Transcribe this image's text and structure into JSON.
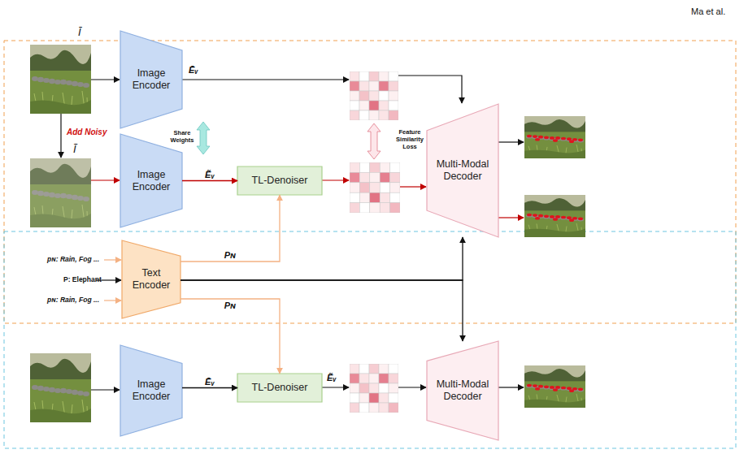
{
  "diagram": {
    "nodes": [
      {
        "text": [
          "Image Encoder"
        ]
      },
      {
        "text": [
          "Image Encoder"
        ]
      },
      {
        "text": [
          "TL-Denoiser"
        ]
      },
      {
        "text": [
          "Multi-Modal Decoder"
        ]
      },
      {
        "text": [
          "Text Encoder"
        ]
      },
      {
        "text": [
          "Image Encoder"
        ]
      },
      {
        "text": [
          "TL-Denoiser"
        ]
      },
      {
        "text": [
          "Multi-Modal Decoder"
        ]
      }
    ],
    "edges": [
      {
        "from": 1,
        "to": 2,
        "label": "Ẽᵥ",
        "arrow": "to"
      },
      {
        "from": 4,
        "to": 2,
        "label": "Pɴ",
        "arrow": "to"
      },
      {
        "from": 4,
        "to": 6,
        "label": "Pɴ",
        "arrow": "to"
      },
      {
        "from": 4,
        "to": 3,
        "arrow": "to"
      },
      {
        "from": 4,
        "to": 7,
        "arrow": "to"
      },
      {
        "from": 5,
        "to": 6,
        "label": "Ēᵥ",
        "arrow": "to"
      }
    ],
    "labels": [
      "Ma et al.",
      "Ī",
      "Add Noisy",
      "Ĩ",
      "Ēᵥ",
      "Share Weights",
      "Feature Similarity Loss",
      "Ẽᵥ",
      "pɴ: Rain, Fog ...",
      "P: Elephant",
      "pɴ: Rain, Fog ..."
    ]
  }
}
